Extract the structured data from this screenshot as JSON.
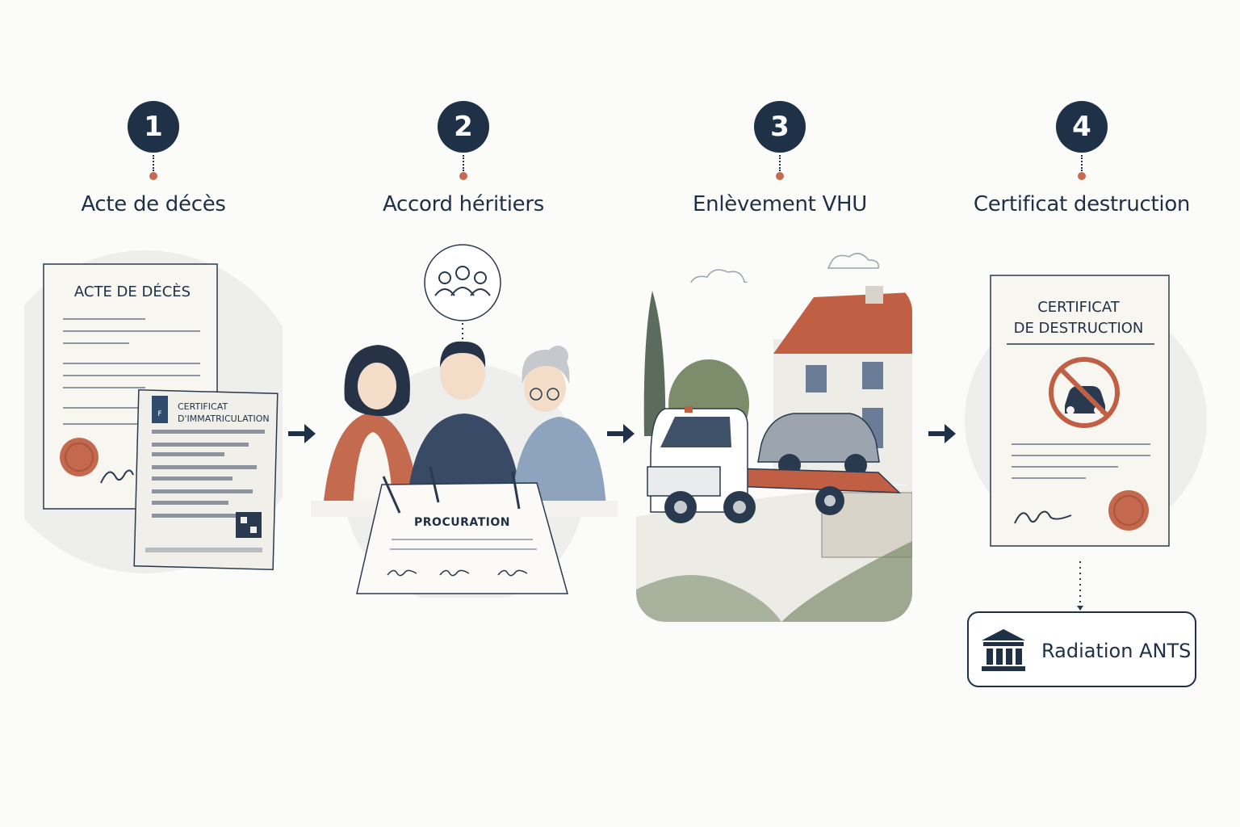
{
  "steps": [
    {
      "number": "1",
      "title": "Acte de décès"
    },
    {
      "number": "2",
      "title": "Accord héritiers"
    },
    {
      "number": "3",
      "title": "Enlèvement VHU"
    },
    {
      "number": "4",
      "title": "Certificat destruction"
    }
  ],
  "documents": {
    "death_certificate_title": "ACTE DE DÉCÈS",
    "registration_title_line1": "CERTIFICAT",
    "registration_title_line2": "D'IMMATRICULATION",
    "registration_flag_letter": "F",
    "proxy_title": "PROCURATION",
    "destruction_title_line1": "CERTIFICAT",
    "destruction_title_line2": "DE DESTRUCTION"
  },
  "final_box": {
    "label": "Radiation ANTS",
    "icon": "bank-building-icon"
  },
  "icons": {
    "people": "group-people-icon",
    "no_car": "no-car-icon",
    "arrow": "arrow-right-icon"
  },
  "colors": {
    "navy": "#1e3147",
    "accent": "#c86a4f",
    "paper": "#f7f5f0"
  }
}
